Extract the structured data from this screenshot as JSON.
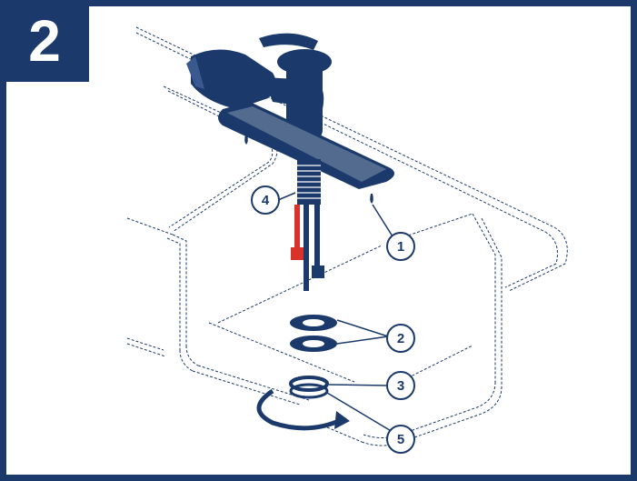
{
  "step": {
    "number": "2"
  },
  "callouts": [
    {
      "id": "1",
      "label": "1"
    },
    {
      "id": "2",
      "label": "2"
    },
    {
      "id": "3",
      "label": "3"
    },
    {
      "id": "4",
      "label": "4"
    },
    {
      "id": "5",
      "label": "5"
    }
  ],
  "colors": {
    "navy": "#1b3a6b",
    "hot_supply_line": "#d9322a",
    "dashed_outline": "#1b3a6b"
  }
}
